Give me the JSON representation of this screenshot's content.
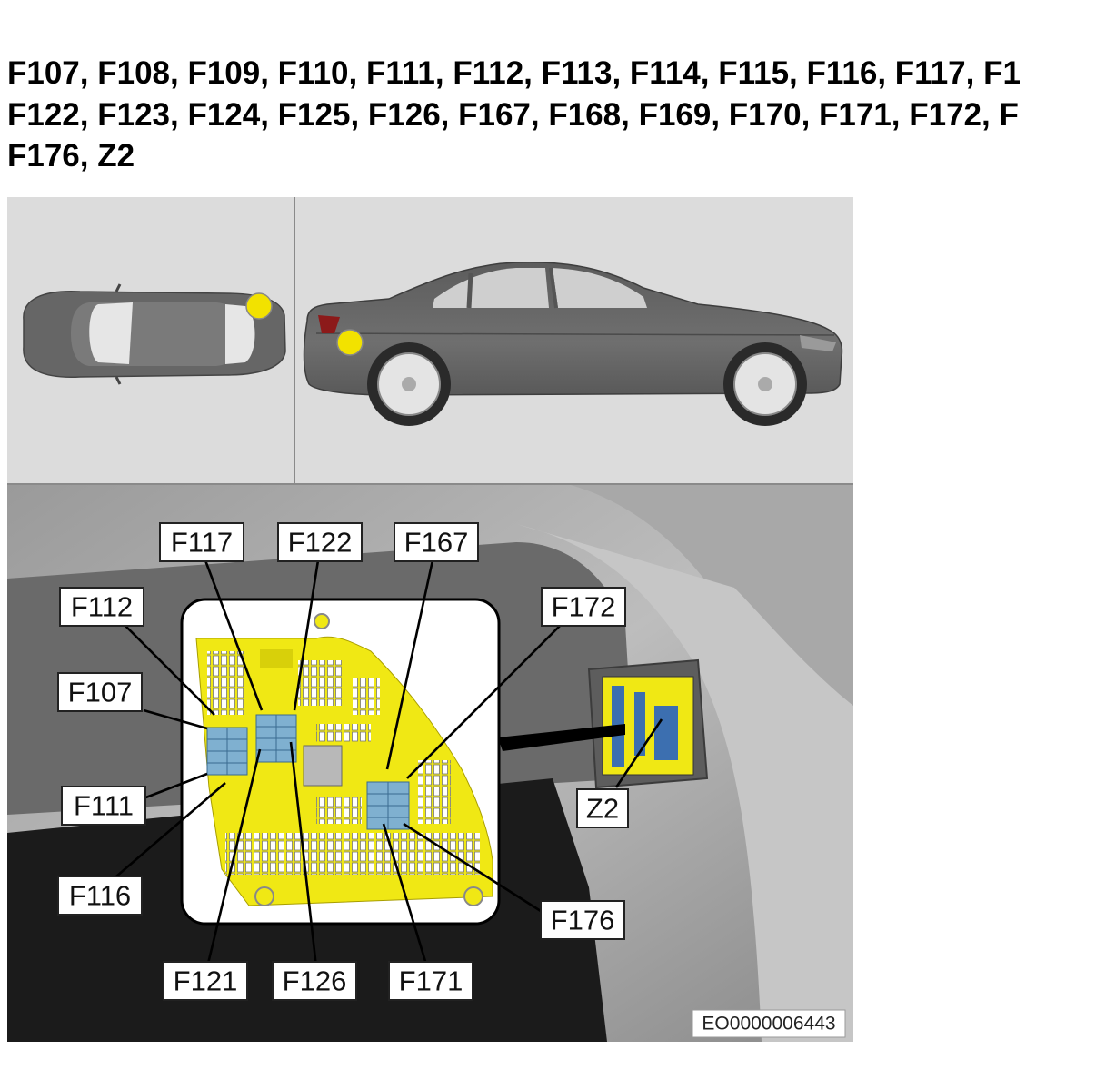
{
  "heading": {
    "lines": [
      "F107, F108, F109, F110, F111, F112, F113, F114, F115, F116, F117, F1",
      "F122, F123, F124, F125, F126, F167, F168, F169, F170, F171, F172, F",
      "F176, Z2"
    ]
  },
  "callouts": {
    "f117": "F117",
    "f122": "F122",
    "f167": "F167",
    "f112": "F112",
    "f172": "F172",
    "f107": "F107",
    "f111": "F111",
    "z2": "Z2",
    "f116": "F116",
    "f176": "F176",
    "f121": "F121",
    "f126": "F126",
    "f171": "F171"
  },
  "figure_code": "EO0000006443",
  "colors": {
    "panel_bg": "#dcdcdc",
    "car_body": "#6e6e6e",
    "location_marker": "#f2e200",
    "fuse_box": "#f0e814",
    "fuse": "#7fb0d0"
  }
}
